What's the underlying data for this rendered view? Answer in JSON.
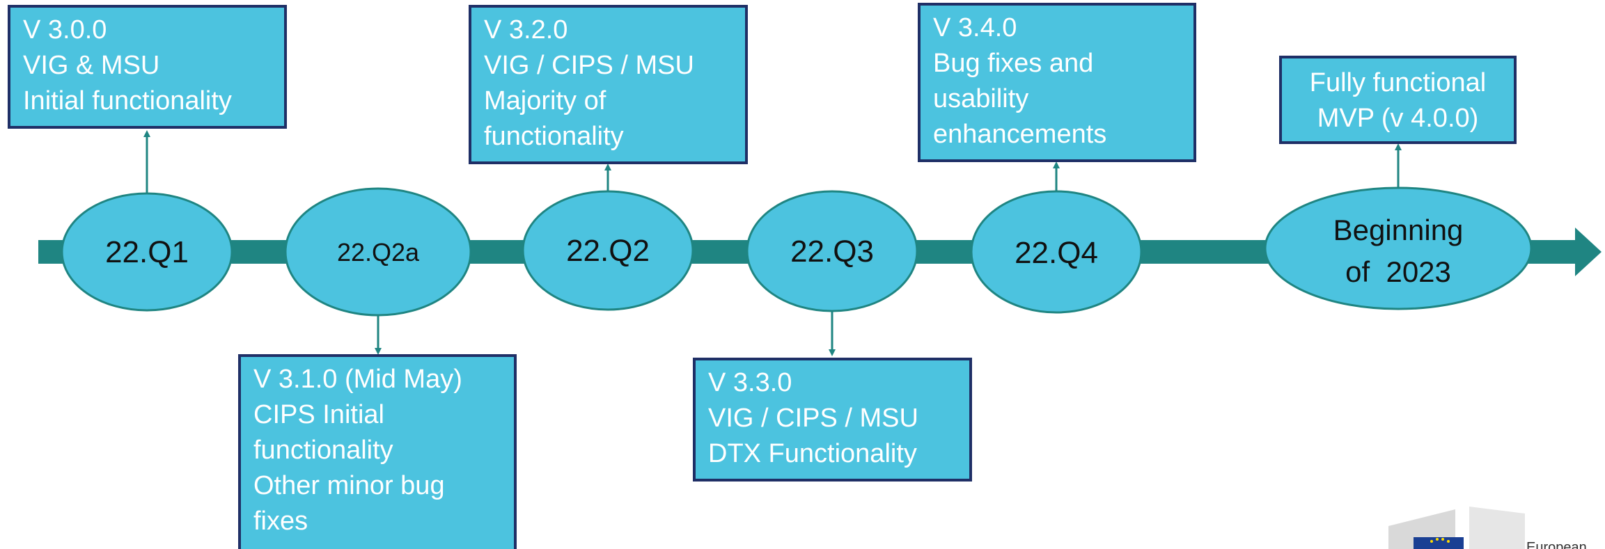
{
  "colors": {
    "timeline_bar": "#1f8582",
    "node_fill": "#4cc3df",
    "node_stroke": "#1f8582",
    "box_fill": "#4cc3df",
    "box_border": "#1f2f66",
    "box_text": "#ffffff",
    "node_text": "#111111"
  },
  "nodes": [
    {
      "id": "q1",
      "label": "22.Q1"
    },
    {
      "id": "q2a",
      "label": "22.Q2a"
    },
    {
      "id": "q2",
      "label": "22.Q2"
    },
    {
      "id": "q3",
      "label": "22.Q3"
    },
    {
      "id": "q4",
      "label": "22.Q4"
    },
    {
      "id": "y2023",
      "label_line1": "Beginning",
      "label_line2": "of  2023"
    }
  ],
  "milestones": {
    "v300": {
      "lines": [
        "V 3.0.0",
        "VIG & MSU",
        "Initial functionality"
      ]
    },
    "v310": {
      "lines": [
        "V 3.1.0 (Mid May)",
        "CIPS Initial",
        "functionality",
        "Other minor bug",
        "fixes"
      ]
    },
    "v320": {
      "lines": [
        "V 3.2.0",
        "VIG / CIPS / MSU",
        "Majority of",
        "functionality"
      ]
    },
    "v330": {
      "lines": [
        "V 3.3.0",
        "VIG / CIPS / MSU",
        "DTX Functionality"
      ]
    },
    "v340": {
      "lines": [
        "V 3.4.0",
        "Bug fixes and",
        "usability",
        "enhancements"
      ]
    },
    "mvp": {
      "lines": [
        "Fully functional",
        "MVP (v 4.0.0)"
      ]
    }
  },
  "logo": {
    "text": "European"
  }
}
